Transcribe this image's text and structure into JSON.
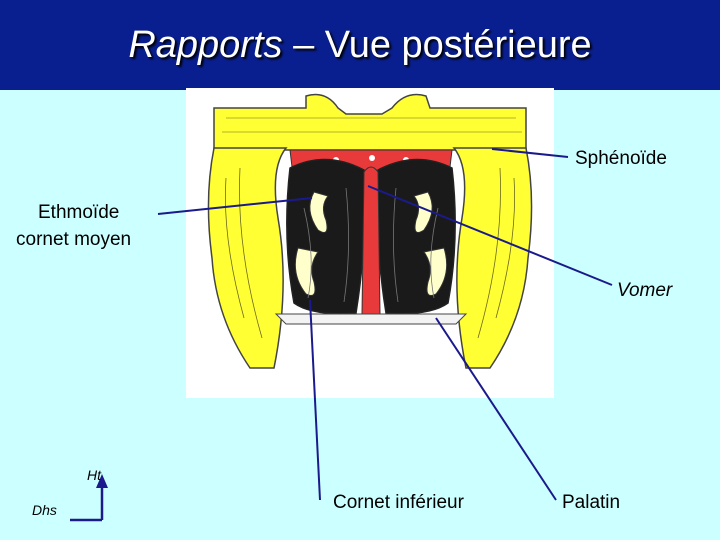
{
  "title": {
    "emphasis": "Rapports",
    "rest": " – Vue postérieure"
  },
  "colors": {
    "title_bar": "#0a1f8f",
    "background": "#ccffff",
    "bone": "#ffff33",
    "mucosa": "#e83a3a",
    "cavity": "#1a1a1a",
    "pointer": "#1a1a8c"
  },
  "labels": {
    "sphenoide": "Sphénoïde",
    "ethmoide_line1": "Ethmoïde",
    "ethmoide_line2": "cornet moyen",
    "vomer": "Vomer",
    "cornet_inferieur": "Cornet inférieur",
    "palatin": "Palatin"
  },
  "orientation": {
    "up": "Ht",
    "side": "Dhs"
  }
}
